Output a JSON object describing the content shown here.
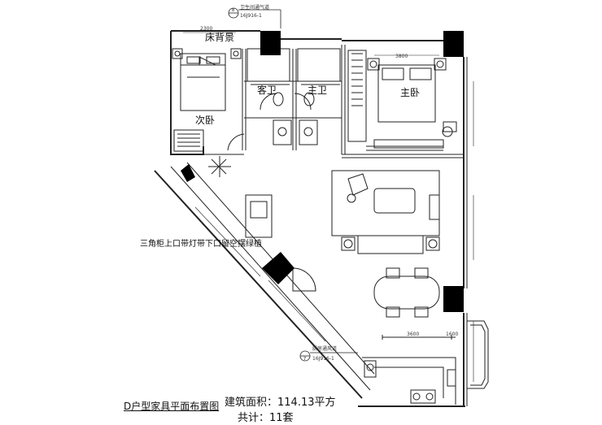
{
  "labels": {
    "bed_wall": "床背景",
    "bed_wall_dim": "2300",
    "guest_bath": "客卫",
    "master_bath": "主卫",
    "master_bed": "主卧",
    "master_dim": "3800",
    "second_bed": "次卧",
    "note_triangle": "三角柜上口带灯带下口留空摆绿植",
    "detail_ref_top": "16J916-1",
    "detail_ref_top_label": "卫生间通气道",
    "detail_ref_bottom": "16J916-1",
    "detail_ref_bottom_label": "厨房通风道",
    "detail_ref_top_num": "8",
    "detail_ref_bottom_num": "7",
    "dim_3800": "3800",
    "dim_3600": "3600",
    "dim_1600": "1600"
  },
  "footer": {
    "title": "D户型家具平面布置图",
    "area": "建筑面积：114.13平方",
    "count": "共计：11套"
  },
  "colors": {
    "line": "#222222",
    "pillar": "#000000",
    "background": "#ffffff"
  }
}
